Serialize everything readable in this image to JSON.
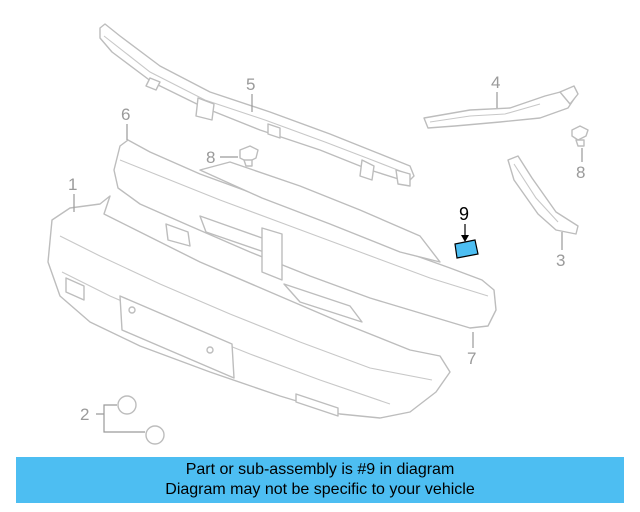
{
  "callouts": {
    "c1": "1",
    "c2": "2",
    "c3": "3",
    "c4": "4",
    "c5": "5",
    "c6": "6",
    "c7": "7",
    "c8a": "8",
    "c8b": "8",
    "c9": "9"
  },
  "highlighted_part": "9",
  "colors": {
    "highlight_part": "#4dbef2",
    "banner": "#4dbef2",
    "line_art": "#bdbdbd",
    "callout_text": "#9a9a9a"
  },
  "banner": {
    "line1": "Part or sub-assembly is #9 in diagram",
    "line2": "Diagram may not be specific to your vehicle"
  }
}
